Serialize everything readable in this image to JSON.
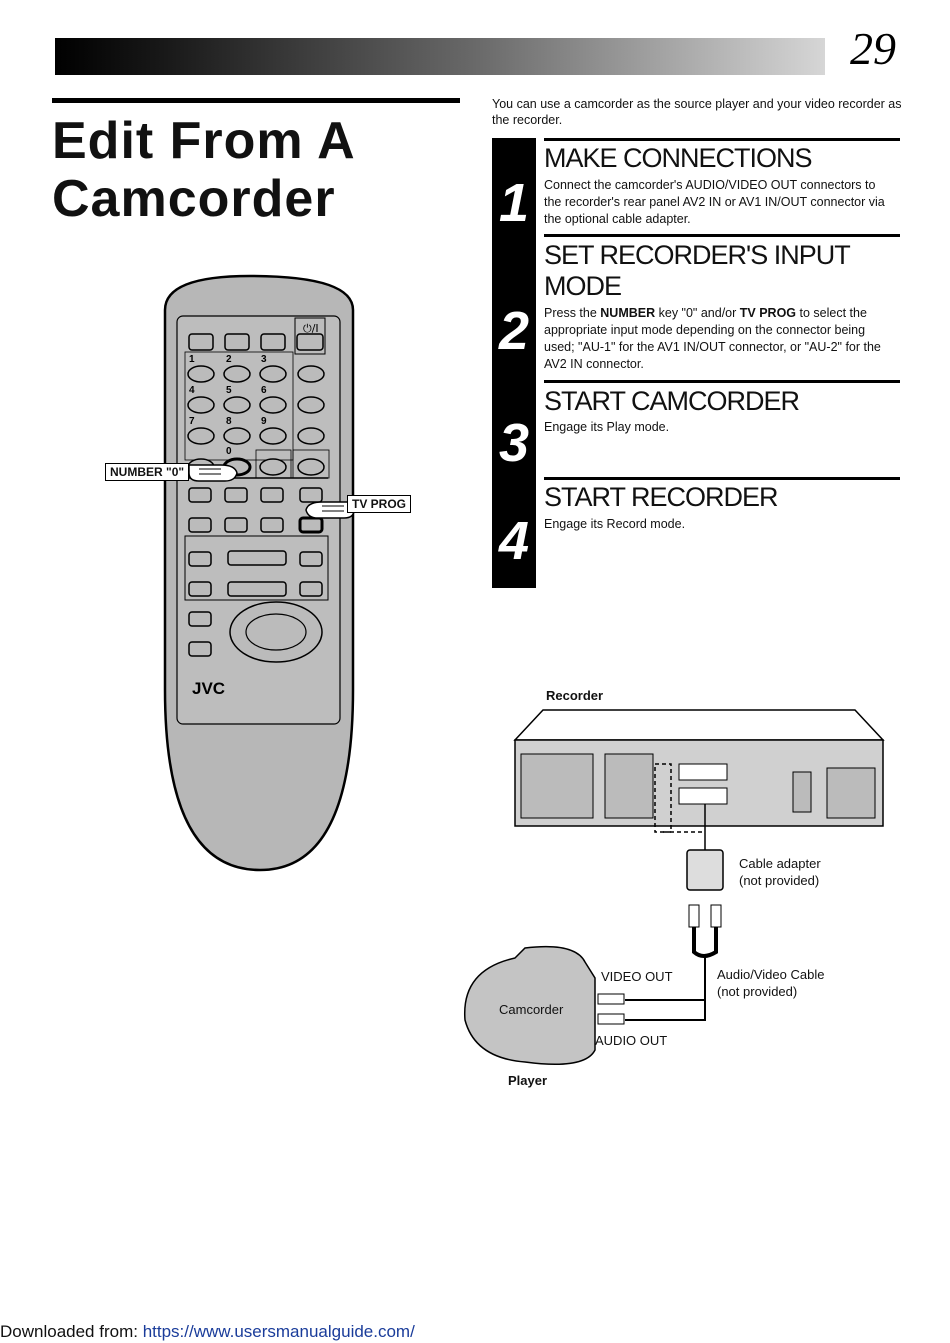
{
  "page_number": "29",
  "title_line1": "Edit From A",
  "title_line2": "Camcorder",
  "intro": "You can use a camcorder as the source player and your video recorder as the recorder.",
  "steps": [
    {
      "number": "1",
      "heading": "MAKE CONNECTIONS",
      "body": "Connect the camcorder's AUDIO/VIDEO OUT connectors to the recorder's rear panel AV2 IN or AV1 IN/OUT connector via the optional cable adapter."
    },
    {
      "number": "2",
      "heading_line1": "SET RECORDER'S INPUT",
      "heading_line2": "MODE",
      "body_pre": "Press the ",
      "body_key1": "NUMBER",
      "body_mid": " key \"0\" and/or ",
      "body_key2": "TV PROG",
      "body_post": " to select the appropriate input mode depending on the connector being used; \"AU-1\" for the AV1 IN/OUT connector, or \"AU-2\" for the AV2 IN connector."
    },
    {
      "number": "3",
      "heading": "START CAMCORDER",
      "body": "Engage its Play mode."
    },
    {
      "number": "4",
      "heading": "START RECORDER",
      "body": "Engage its Record mode."
    }
  ],
  "remote": {
    "callout_number": "NUMBER \"0\"",
    "callout_tvprog": "TV PROG",
    "brand": "JVC",
    "keys": {
      "k1": "1",
      "k2": "2",
      "k3": "3",
      "k4": "4",
      "k5": "5",
      "k6": "6",
      "k7": "7",
      "k8": "8",
      "k9": "9",
      "k0": "0"
    }
  },
  "diagram": {
    "recorder_label": "Recorder",
    "cable_adapter": "Cable adapter",
    "cable_adapter_note": "(not provided)",
    "av_cable": "Audio/Video Cable",
    "av_cable_note": "(not provided)",
    "video_out": "VIDEO OUT",
    "audio_out": "AUDIO OUT",
    "camcorder": "Camcorder",
    "player_label": "Player"
  },
  "footer": {
    "prefix": "Downloaded from: ",
    "link": "https://www.usersmanualguide.com/"
  }
}
